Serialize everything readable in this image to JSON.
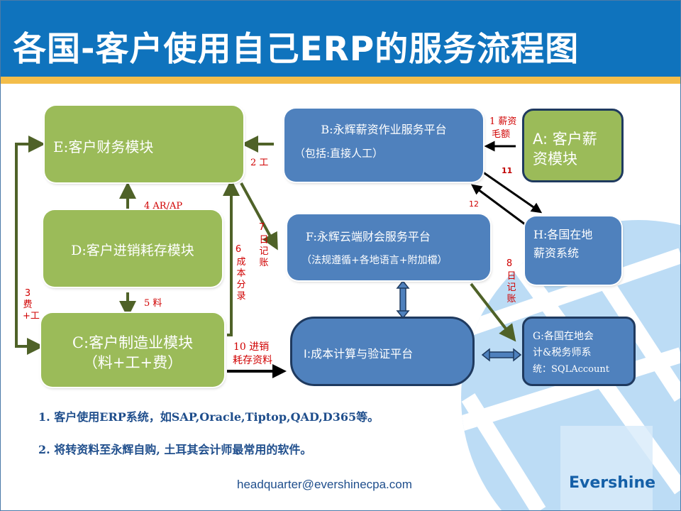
{
  "slide": {
    "title": "各国-客户使用自己ERP的服务流程图",
    "colors": {
      "header": "#0f73bd",
      "stripe": "#f3bd4a",
      "green_box": "#9bbb59",
      "blue_box": "#4f81bd",
      "label_red": "#d00000",
      "arrow_green": "#4f6228",
      "arrow_black": "#000000"
    }
  },
  "boxes": {
    "E": {
      "line1": "E:客户财务模块"
    },
    "D": {
      "line1": "D:客户进销耗存模块"
    },
    "C": {
      "line1": "C:客户制造业模块",
      "line2": "（料+工+费）"
    },
    "B": {
      "line1": "B:永辉薪资作业服务平台",
      "line2": "（包括:直接人工）"
    },
    "A": {
      "line1": "A: 客户薪",
      "line2": "资模块"
    },
    "F": {
      "line1": "F:永辉云端财会服务平台",
      "line2": "（法规遵循+各地语言+附加檔）"
    },
    "H": {
      "line1": "H:各国在地",
      "line2": "薪资系统"
    },
    "I": {
      "line1": "I:成本计算与验证平台"
    },
    "G": {
      "line1": "G:各国在地会",
      "line2": "计&税务师系",
      "line3": "统：SQLAccount"
    }
  },
  "flow_labels": {
    "l1a": "1 薪资",
    "l1b": "毛额",
    "l2": "2 工",
    "l3": "3费+工",
    "l4": "4 AR/AP",
    "l5": "5 料",
    "l6num": "6",
    "l6": "成本分录",
    "l7num": "7",
    "l7": "日记账",
    "l8num": "8",
    "l8": "日记账",
    "l10a": "10 进销",
    "l10b": "耗存资料",
    "l11": "11",
    "l12": "12"
  },
  "notes": [
    "1.  客户使用ERP系统，如SAP,Oracle,Tiptop,QAD,D365等。",
    "2.  将转资料至永辉自购, 土耳其会计师最常用的软件。"
  ],
  "footer": {
    "email": "headquarter@evershinecpa.com",
    "brand": "Evershine"
  }
}
